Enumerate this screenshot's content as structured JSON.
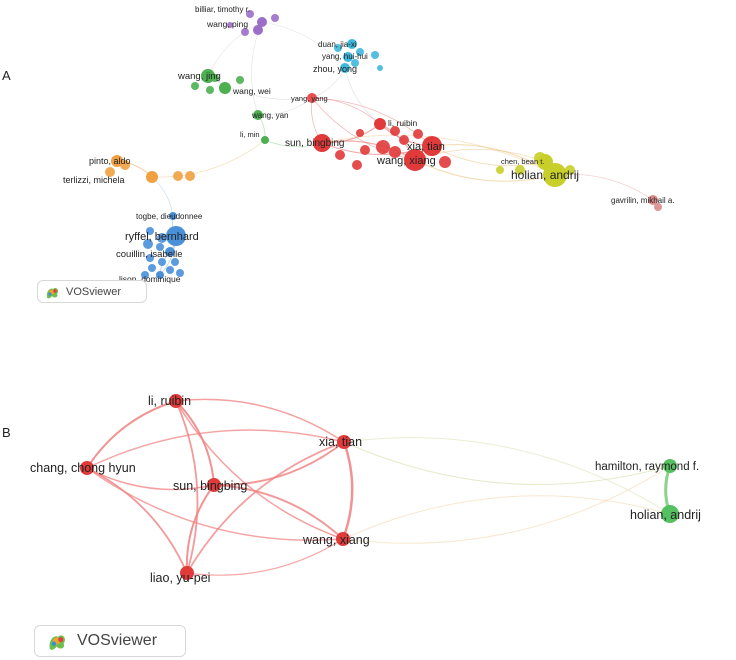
{
  "panels": [
    {
      "letter": "A",
      "badge": "VOSviewer",
      "nodes": [
        {
          "id": "billiar",
          "label": "billiar, timothy r.",
          "color": "#9b6fc7"
        },
        {
          "id": "wangping",
          "label": "wang, ping",
          "color": "#9b6fc7"
        },
        {
          "id": "duan",
          "label": "duan, jia-xi",
          "color": "#3fb8dd"
        },
        {
          "id": "yanghui",
          "label": "yang, hui-hui",
          "color": "#3fb8dd"
        },
        {
          "id": "zhouyong",
          "label": "zhou, yong",
          "color": "#3fb8dd"
        },
        {
          "id": "wangjing",
          "label": "wang, jing",
          "color": "#4caf50"
        },
        {
          "id": "wangwei",
          "label": "wang, wei",
          "color": "#4caf50"
        },
        {
          "id": "wangyan",
          "label": "wang, yan",
          "color": "#4caf50"
        },
        {
          "id": "limin",
          "label": "li, min",
          "color": "#4caf50"
        },
        {
          "id": "yangyang",
          "label": "yang, yang",
          "color": "#e85050"
        },
        {
          "id": "liruibin",
          "label": "li, ruibin",
          "color": "#e03a3a"
        },
        {
          "id": "sunbingbing",
          "label": "sun, bingbing",
          "color": "#e03a3a"
        },
        {
          "id": "xiatian",
          "label": "xia, tian",
          "color": "#e03a3a"
        },
        {
          "id": "wangxiang",
          "label": "wang, xiang",
          "color": "#e03a3a"
        },
        {
          "id": "chenbean",
          "label": "chen, bean t.",
          "color": "#c9cf2a"
        },
        {
          "id": "holian",
          "label": "holian, andrij",
          "color": "#c9cf2a"
        },
        {
          "id": "gavrilin",
          "label": "gavrilin, mikhail a.",
          "color": "#d98a8a"
        },
        {
          "id": "pinto",
          "label": "pinto, aldo",
          "color": "#f0a040"
        },
        {
          "id": "terlizzi",
          "label": "terlizzi, michela",
          "color": "#f0a040"
        },
        {
          "id": "togbe",
          "label": "togbe, dieudonnee",
          "color": "#4a90d9"
        },
        {
          "id": "ryffel",
          "label": "ryffel, bernhard",
          "color": "#4a90d9"
        },
        {
          "id": "couillin",
          "label": "couillin, isabelle",
          "color": "#4a90d9"
        },
        {
          "id": "lison",
          "label": "lison, dominique",
          "color": "#4a90d9"
        }
      ]
    },
    {
      "letter": "B",
      "badge": "VOSviewer",
      "nodes": [
        {
          "id": "liruibin",
          "label": "li, ruibin",
          "color": "#e03a3a"
        },
        {
          "id": "xiatian",
          "label": "xia, tian",
          "color": "#e03a3a"
        },
        {
          "id": "sunbingbing",
          "label": "sun, bingbing",
          "color": "#e03a3a"
        },
        {
          "id": "chang",
          "label": "chang, chong hyun",
          "color": "#e03a3a"
        },
        {
          "id": "wangxiang",
          "label": "wang, xiang",
          "color": "#e03a3a"
        },
        {
          "id": "liao",
          "label": "liao, yu-pei",
          "color": "#e03a3a"
        },
        {
          "id": "hamilton",
          "label": "hamilton, raymond f.",
          "color": "#55c060"
        },
        {
          "id": "holian",
          "label": "holian, andrij",
          "color": "#55c060"
        }
      ]
    }
  ]
}
